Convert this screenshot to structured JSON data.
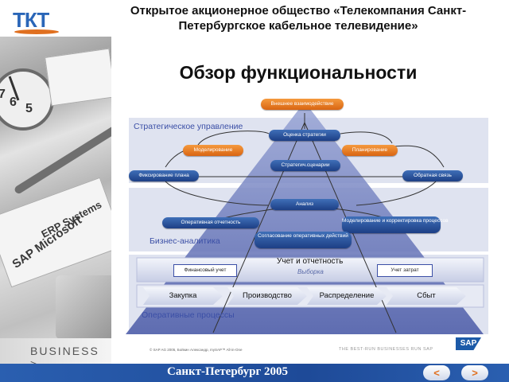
{
  "header": {
    "logo_text": "ТКТ",
    "company": "Открытое акционерное общество «Телекомпания Санкт-Петербургское кабельное телевидение»"
  },
  "collage": {
    "clock_digits": [
      "6",
      "5",
      "7"
    ],
    "words": [
      "ERP Systems",
      "SAP Microsoft"
    ],
    "business_label": "BUSINESS >"
  },
  "title": "Обзор функциональности",
  "diagram": {
    "bands": {
      "strategic": "Стратегическое управление",
      "analytics": "Бизнес-аналитика",
      "operations": "Оперативные процессы"
    },
    "strategic_nodes": {
      "external": "Внешнее взаимодействие",
      "assessment": "Оценка стратегии",
      "modeling": "Моделирование",
      "planning": "Планирование",
      "scenarios": "Стратегич.сценарии",
      "fixing": "Фиксирование плана",
      "feedback": "Обратная связь"
    },
    "analytics_nodes": {
      "analysis": "Анализ",
      "reporting": "Оперативная отчетность",
      "modeling_adjust": "Моделирование и корректировка процессов",
      "coordination": "Согласование оперативных действий"
    },
    "reporting": {
      "label": "Учет и отчетность",
      "selection": "Выборка",
      "financial": "Финансовый учет",
      "costs": "Учет затрат"
    },
    "processes": [
      "Закупка",
      "Производство",
      "Распределение",
      "Сбыт"
    ],
    "copyright": "© SAP AG 2005, Бойкин Александр, mySAP™ All-in-One",
    "tagline": "THE BEST-RUN BUSINESSES RUN SAP",
    "sap_logo": "SAP",
    "colors": {
      "orange": "#e8801f",
      "blue": "#1d3f85",
      "band": "#dde1ef",
      "pyramid": "#5a6bb3"
    }
  },
  "footer": {
    "city_year": "Санкт-Петербург 2005",
    "prev": "<",
    "next": ">"
  }
}
